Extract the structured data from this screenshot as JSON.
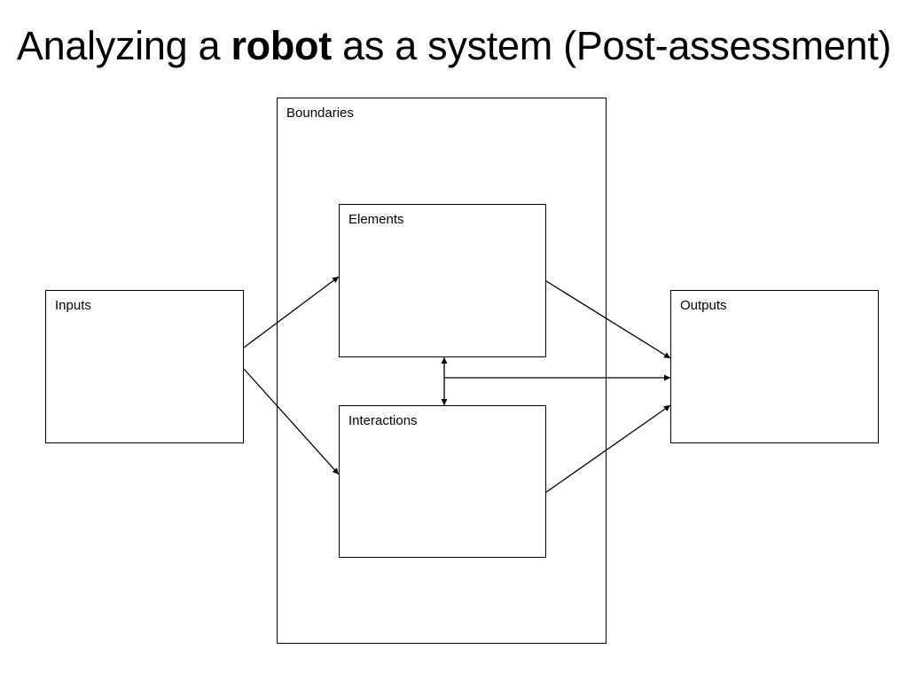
{
  "title": {
    "prefix": "Analyzing a ",
    "bold": "robot",
    "suffix": " as a system (Post-assessment)"
  },
  "boxes": {
    "boundaries": "Boundaries",
    "elements": "Elements",
    "interactions": "Interactions",
    "inputs": "Inputs",
    "outputs": "Outputs"
  },
  "colors": {
    "stroke": "#000000",
    "background": "#ffffff"
  }
}
